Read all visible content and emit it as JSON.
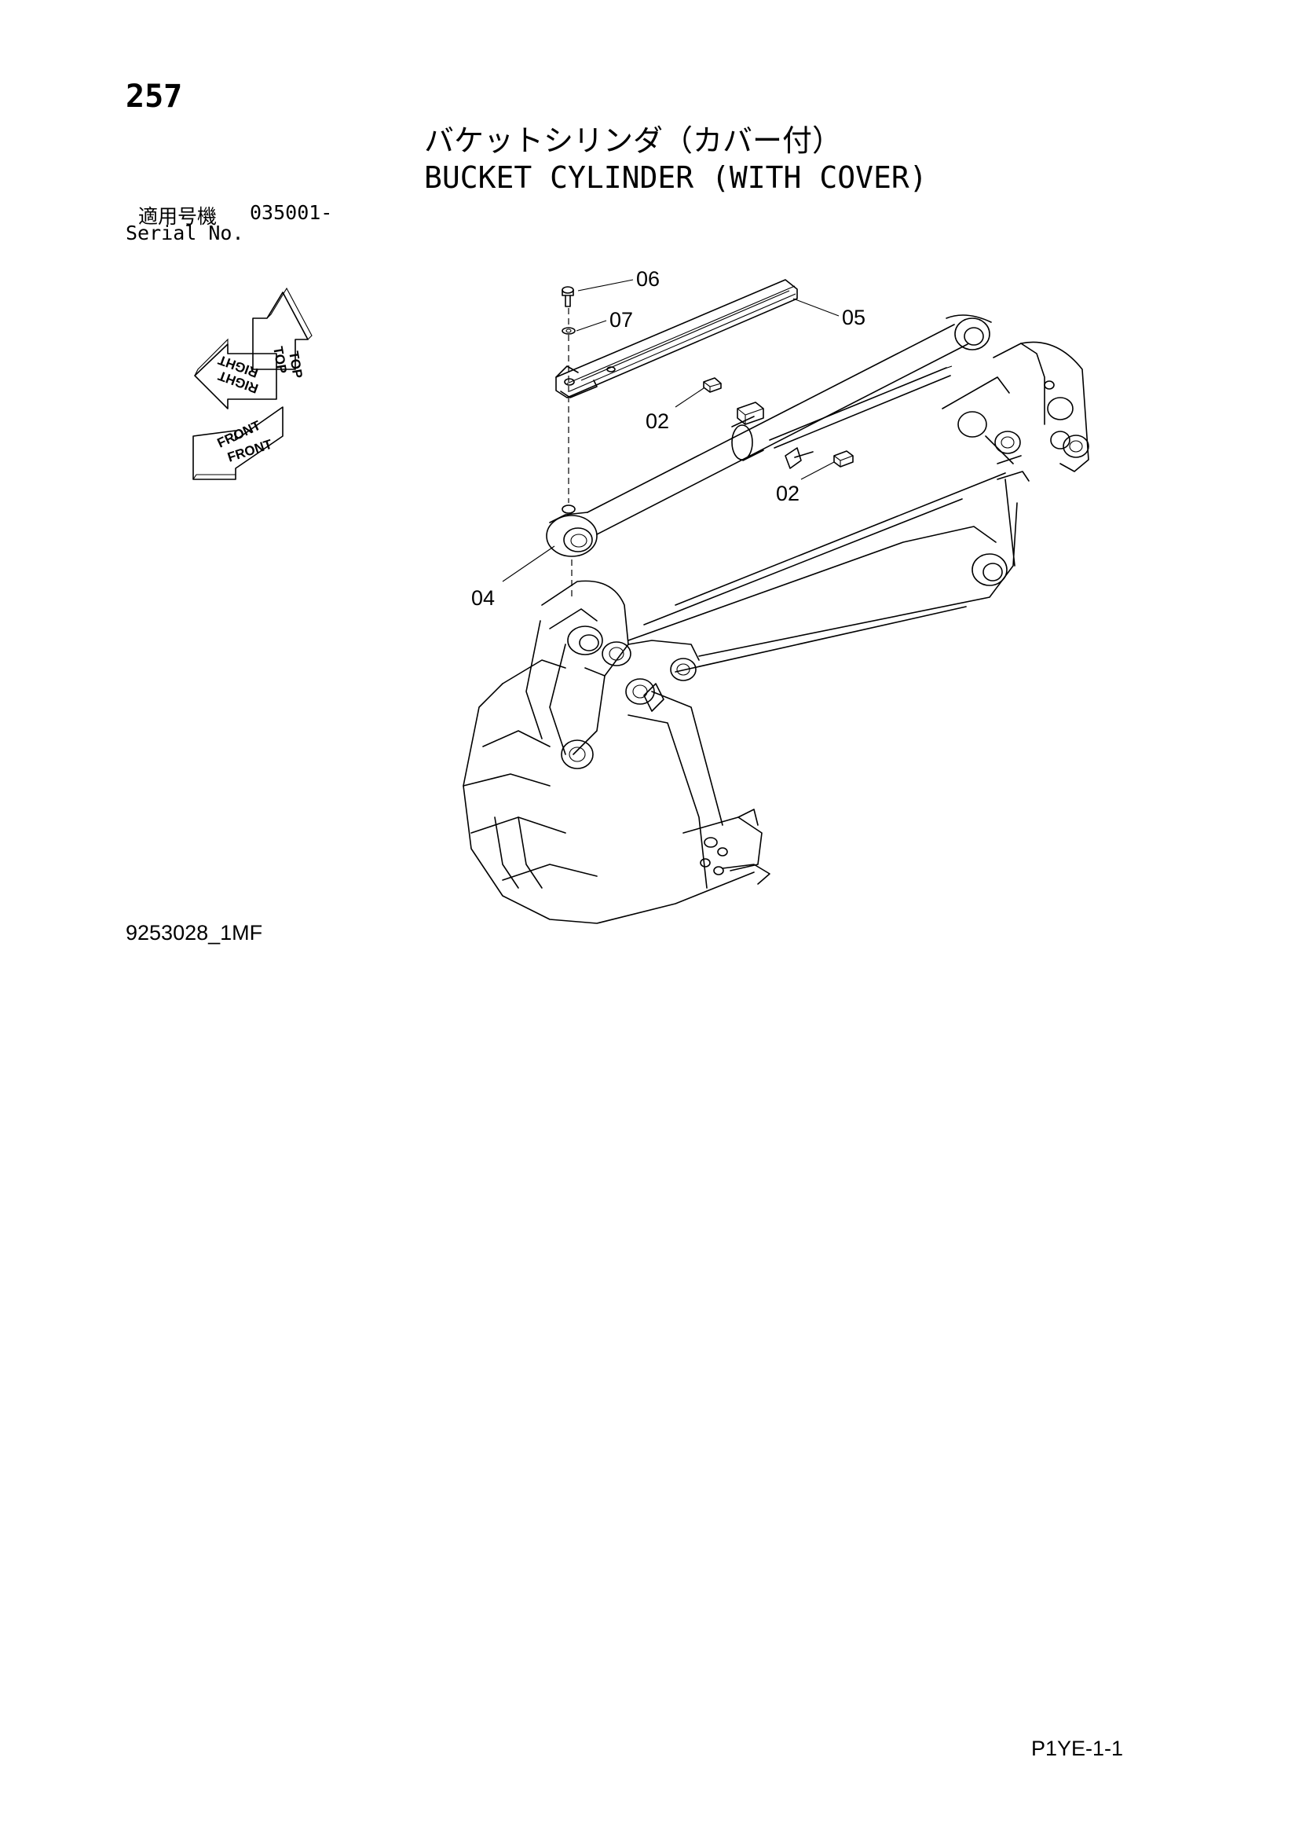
{
  "header": {
    "page_number": "257",
    "title_ja": "バケットシリンダ（カバー付）",
    "title_en": "BUCKET CYLINDER (WITH COVER)"
  },
  "serial": {
    "label_ja": "適用号機",
    "value": "035001-",
    "label_en": "Serial No."
  },
  "orientation": {
    "top_1": "TOP",
    "top_2": "TOP",
    "right_1": "RIGHT",
    "right_2": "RIGHT",
    "front_1": "FRONT",
    "front_2": "FRONT"
  },
  "callouts": {
    "c06": "06",
    "c07": "07",
    "c05": "05",
    "c02a": "02",
    "c02b": "02",
    "c04": "04"
  },
  "footer": {
    "drawing_code": "9253028_1MF",
    "page_code": "P1YE-1-1"
  }
}
